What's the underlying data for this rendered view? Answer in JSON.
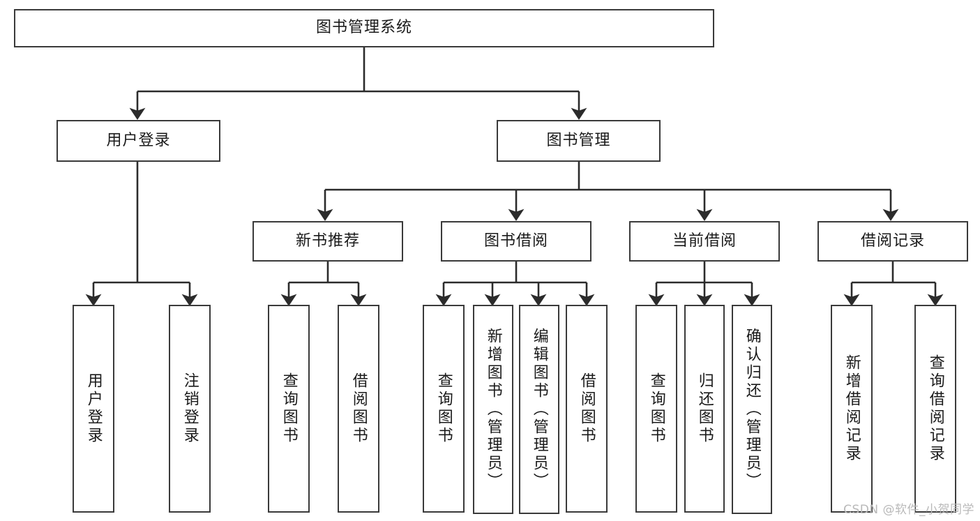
{
  "diagram": {
    "type": "tree-hierarchy-chart",
    "title": "图书管理系统",
    "orientation": "top-down",
    "colors": {
      "box_border": "#3a3a3a",
      "box_fill": "#ffffff",
      "connector": "#2b2b2b",
      "text": "#1a1a1a",
      "watermark": "#b9b9b9"
    },
    "root": {
      "label": "图书管理系统"
    },
    "level2": [
      {
        "label": "用户登录"
      },
      {
        "label": "图书管理"
      }
    ],
    "level3": [
      {
        "label": "新书推荐"
      },
      {
        "label": "图书借阅"
      },
      {
        "label": "当前借阅"
      },
      {
        "label": "借阅记录"
      }
    ],
    "leaves": {
      "user_login": [
        {
          "label": "用户登录"
        },
        {
          "label": "注销登录"
        }
      ],
      "new_book_recommend": [
        {
          "label": "查询图书"
        },
        {
          "label": "借阅图书"
        }
      ],
      "book_borrow": [
        {
          "label": "查询图书"
        },
        {
          "label": "新增图书（管理员）"
        },
        {
          "label": "编辑图书（管理员）"
        },
        {
          "label": "借阅图书"
        }
      ],
      "current_borrow": [
        {
          "label": "查询图书"
        },
        {
          "label": "归还图书"
        },
        {
          "label": "确认归还（管理员）"
        }
      ],
      "borrow_record": [
        {
          "label": "新增借阅记录"
        },
        {
          "label": "查询借阅记录"
        }
      ]
    }
  },
  "watermark": {
    "text": "CSDN @软件_小贺同学"
  }
}
